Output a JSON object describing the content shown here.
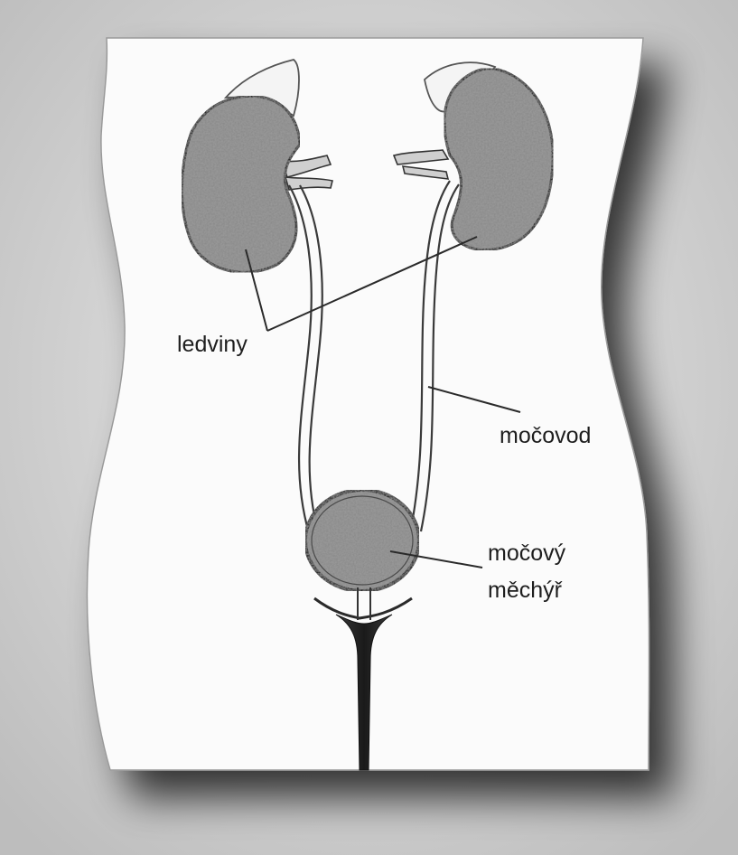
{
  "labels": {
    "kidneys": "ledviny",
    "ureter": "močovod",
    "bladder_line1": "močový",
    "bladder_line2": "měchýř"
  },
  "colors": {
    "background": "#d6d6d6",
    "torso": "#fbfbfb",
    "organ_fill": "#8c8c8c",
    "organ_outline": "#2a2a2a",
    "label_text": "#1e1e1e"
  }
}
